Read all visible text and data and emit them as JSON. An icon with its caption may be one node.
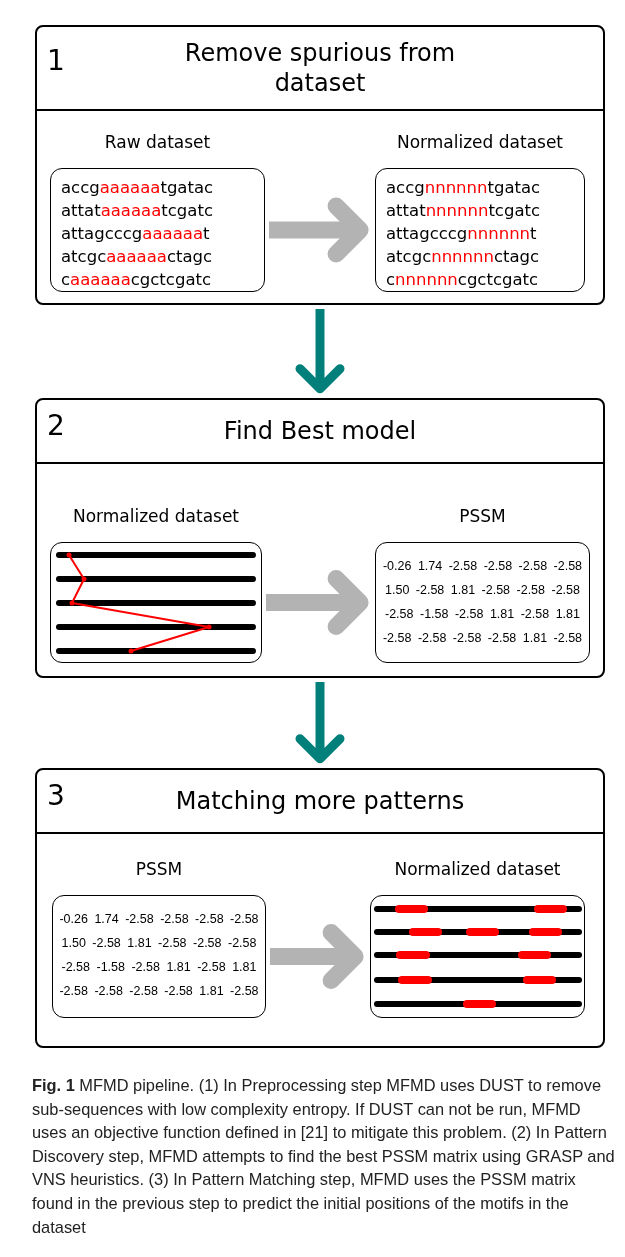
{
  "diagram": {
    "caption": "**Fig. 1** MFMD pipeline. (1) In Preprocessing step MFMD uses DUST to remove sub-sequences with low complexity entropy. If DUST can not be run, MFMD uses an objective function defined in [21] to mitigate this problem. (2) In Pattern Discovery step, MFMD attempts to find the best PSSM matrix using GRASP and VNS heuristics. (3) In Pattern Matching step, MFMD uses the PSSM matrix found in the previous step to predict the initial positions of the motifs in the dataset",
    "nodes": [
      {
        "text": [
          "1",
          "Remove spurious from dataset"
        ]
      },
      {
        "text": [
          "Raw dataset",
          "accgaaaaaatgatac",
          "attataaaaaatcgatc",
          "attagcccgaaaaaat",
          "atcgcaaaaaactagc",
          "caaaaaacgctcgatc"
        ],
        "in": 0
      },
      {
        "text": [
          "Normalized dataset",
          "accgnnnnnntgatac",
          "attatnnnnnntcgatc",
          "attagcccgnnnnnnt",
          "atcgcnnnnnnctagc",
          "cnnnnnncgctcgatc"
        ],
        "in": 0
      },
      {
        "text": [
          "2",
          "Find Best model"
        ]
      },
      {
        "text": [
          "Normalized dataset"
        ],
        "in": 3
      },
      {
        "text": [
          "PSSM",
          "-0.26 1.74 -2.58 -2.58 -2.58 -2.58",
          "1.50 -2.58 1.81 -2.58 -2.58 -2.58",
          "-2.58 -1.58 -2.58 1.81 -2.58 1.81",
          "-2.58 -2.58 -2.58 -2.58 1.81 -2.58"
        ],
        "in": 3
      },
      {
        "text": [
          "3",
          "Matching more patterns"
        ]
      },
      {
        "text": [
          "PSSM",
          "-0.26 1.74 -2.58 -2.58 -2.58 -2.58",
          "1.50 -2.58 1.81 -2.58 -2.58 -2.58",
          "-2.58 -1.58 -2.58 1.81 -2.58 1.81",
          "-2.58 -2.58 -2.58 -2.58 1.81 -2.58"
        ],
        "in": 6
      },
      {
        "text": [
          "Normalized dataset"
        ],
        "in": 6
      }
    ],
    "edges": [
      {
        "from": 1,
        "to": 2,
        "arrow": "to",
        "color": "#b3b3b3"
      },
      {
        "from": 0,
        "to": 3,
        "arrow": "to",
        "color": "#007f7b"
      },
      {
        "from": 4,
        "to": 5,
        "arrow": "to",
        "color": "#b3b3b3"
      },
      {
        "from": 3,
        "to": 6,
        "arrow": "to",
        "color": "#007f7b"
      },
      {
        "from": 7,
        "to": 8,
        "arrow": "to",
        "color": "#b3b3b3"
      }
    ]
  }
}
